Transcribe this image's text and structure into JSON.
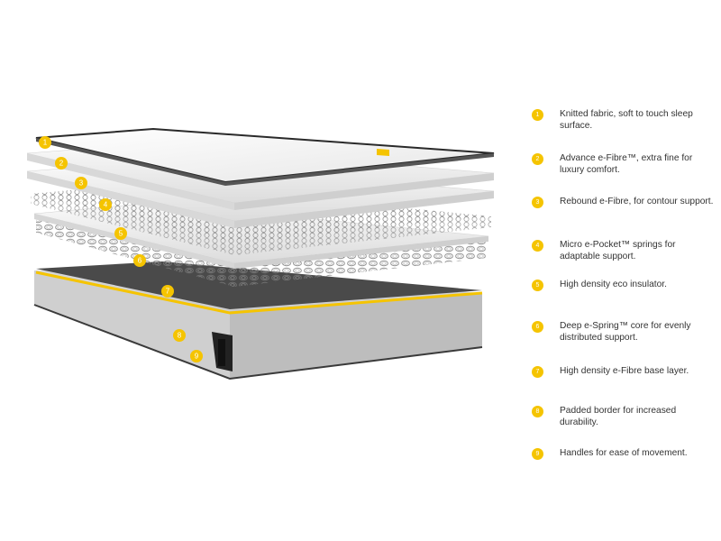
{
  "colors": {
    "accent": "#f5c400",
    "text": "#333333",
    "base_dark": "#4a4a4a",
    "border_grey": "#c8c8c8"
  },
  "callouts": [
    {
      "number": "1",
      "text": "Knitted fabric, soft to touch sleep surface."
    },
    {
      "number": "2",
      "text": "Advance e-Fibre™, extra fine for luxury comfort."
    },
    {
      "number": "3",
      "text": "Rebound e-Fibre, for contour support."
    },
    {
      "number": "4",
      "text": "Micro e-Pocket™ springs for adaptable support."
    },
    {
      "number": "5",
      "text": "High density eco insulator."
    },
    {
      "number": "6",
      "text": "Deep e-Spring™ core for evenly distributed support."
    },
    {
      "number": "7",
      "text": "High density e-Fibre base layer."
    },
    {
      "number": "8",
      "text": "Padded border for increased durability."
    },
    {
      "number": "9",
      "text": "Handles for ease of movement."
    }
  ]
}
